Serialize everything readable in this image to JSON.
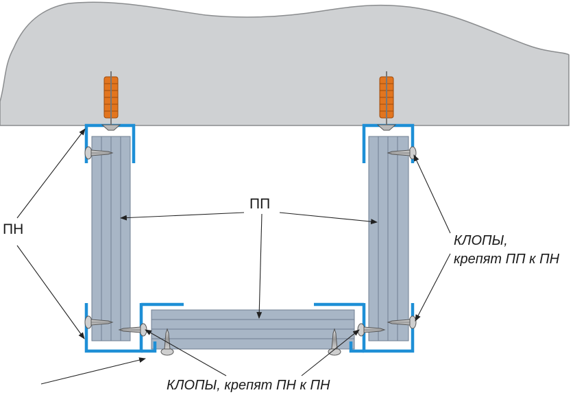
{
  "labels": {
    "pn": "ПН",
    "pp": "ПП",
    "klop_pp_line1": "КЛОПЫ,",
    "klop_pp_line2": "крепят ПП к ПН",
    "klop_pn": "КЛОПЫ, крепят ПН к ПН"
  },
  "colors": {
    "ceiling_fill": "#cfd1d3",
    "ceiling_stroke": "#8a8c8e",
    "board_fill": "#a8b6c6",
    "board_line": "#6f7f92",
    "profile": "#1e8fd6",
    "dowel": "#e2751f",
    "screw": "#9a9a9a",
    "arrow": "#222222"
  }
}
